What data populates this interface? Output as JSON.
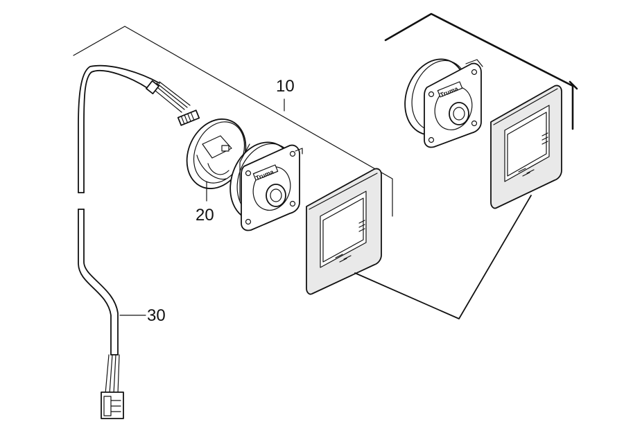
{
  "callouts": [
    {
      "id": "part-10",
      "text": "10"
    },
    {
      "id": "part-20",
      "text": "20"
    },
    {
      "id": "part-30",
      "text": "30"
    }
  ],
  "brand_marks": [
    "Truma",
    "Truma"
  ],
  "colors": {
    "ink": "#111111",
    "panel_fill": "#e9e9e9",
    "background": "#ffffff"
  }
}
